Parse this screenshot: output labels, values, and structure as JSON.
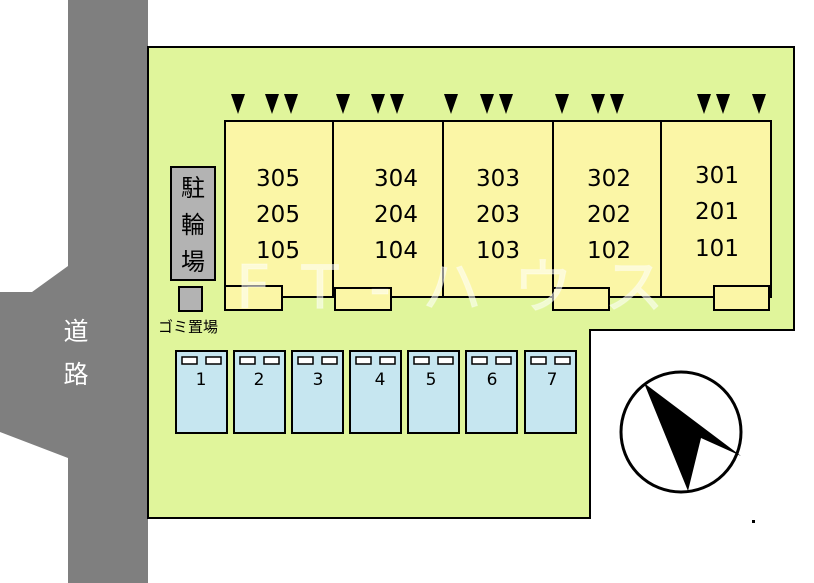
{
  "colors": {
    "road": "#7f7f7f",
    "lot": "#e0f59b",
    "building": "#fbf6a6",
    "parking": "#c6e6f0",
    "outline": "#000000"
  },
  "road": {
    "label_line1": "道",
    "label_line2": "路"
  },
  "bike_parking": {
    "line1": "駐",
    "line2": "輪",
    "line3": "場"
  },
  "garbage": {
    "label": "ゴミ置場"
  },
  "watermark": "F T - ハ ウ ス",
  "units": [
    {
      "floor3": "305",
      "floor2": "205",
      "floor1": "105"
    },
    {
      "floor3": "304",
      "floor2": "204",
      "floor1": "104"
    },
    {
      "floor3": "303",
      "floor2": "203",
      "floor1": "103"
    },
    {
      "floor3": "302",
      "floor2": "202",
      "floor1": "102"
    },
    {
      "floor3": "301",
      "floor2": "201",
      "floor1": "101"
    }
  ],
  "parking_slots": [
    "1",
    "2",
    "3",
    "4",
    "5",
    "6",
    "7"
  ],
  "compass": {
    "icon": "north-arrow-icon"
  }
}
